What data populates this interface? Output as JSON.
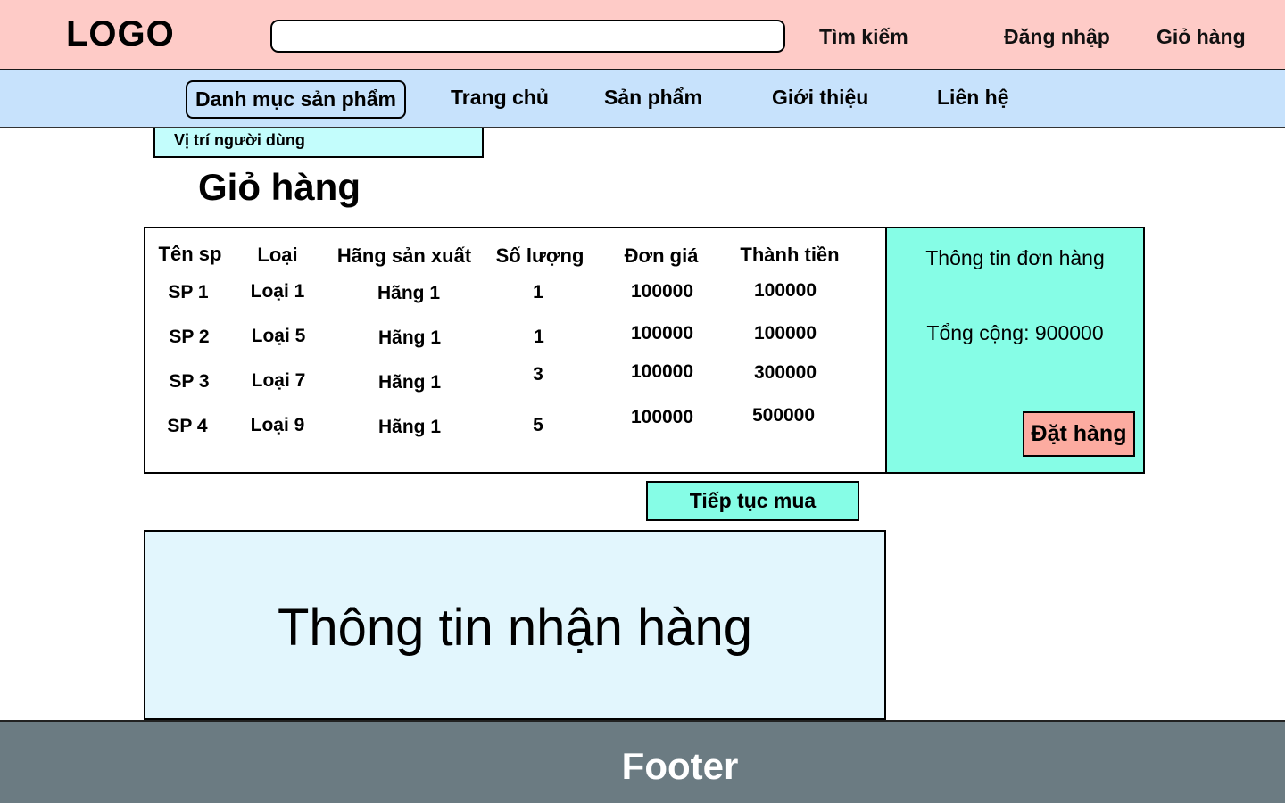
{
  "header": {
    "logo": "LOGO",
    "search_placeholder": "",
    "search_label": "Tìm kiếm",
    "login_label": "Đăng nhập",
    "cart_label": "Giỏ hàng"
  },
  "nav": {
    "category_label": "Danh mục sản phẩm",
    "items": [
      "Trang chủ",
      "Sản phẩm",
      "Giới thiệu",
      "Liên hệ"
    ]
  },
  "breadcrumb": "Vị trí người dùng",
  "page_title": "Giỏ hàng",
  "cart": {
    "columns": [
      "Tên sp",
      "Loại",
      "Hãng sản xuất",
      "Số lượng",
      "Đơn giá",
      "Thành tiền"
    ],
    "rows": [
      [
        "SP 1",
        "Loại 1",
        "Hãng 1",
        "1",
        "100000",
        "100000"
      ],
      [
        "SP 2",
        "Loại 5",
        "Hãng 1",
        "1",
        "100000",
        "100000"
      ],
      [
        "SP 3",
        "Loại 7",
        "Hãng 1",
        "3",
        "100000",
        "300000"
      ],
      [
        "SP 4",
        "Loại 9",
        "Hãng 1",
        "5",
        "100000",
        "500000"
      ]
    ]
  },
  "order_info": {
    "title": "Thông tin đơn hàng",
    "total": "Tổng cộng: 900000",
    "order_button": "Đặt hàng"
  },
  "continue_button": "Tiếp tục mua",
  "shipping": {
    "title": "Thông tin nhận hàng"
  },
  "footer": {
    "label": "Footer"
  },
  "colors": {
    "header_bg": "#fecbc7",
    "nav_bg": "#c7e2fc",
    "breadcrumb_bg": "#c3fdfc",
    "order_panel_bg": "#86fde6",
    "order_button_bg": "#fcaba0",
    "shipping_bg": "#e2f6fd",
    "footer_bg": "#6b7b82"
  }
}
